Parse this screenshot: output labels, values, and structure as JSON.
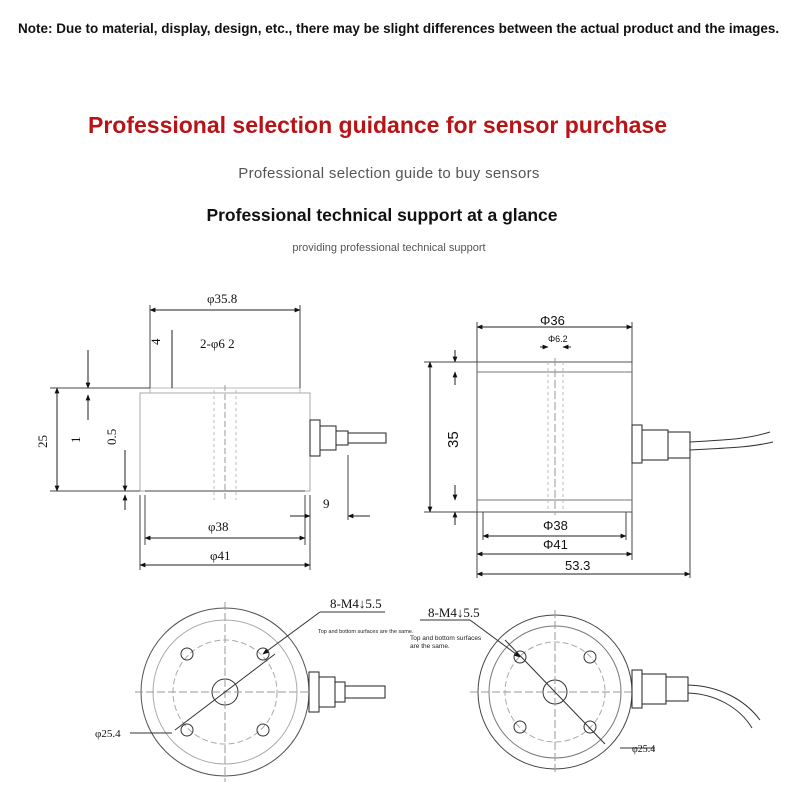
{
  "note": "Note: Due to material, display, design, etc., there may be slight differences between the actual product and the images.",
  "headline": "Professional selection guidance for sensor purchase",
  "headline_sub": "Professional selection guide to buy sensors",
  "support_title": "Professional technical support at a glance",
  "support_sub": "providing professional technical support",
  "left_front": {
    "top_dia": "φ35.8",
    "hole": "2-φ6 2",
    "top_offset": "4",
    "height": "25",
    "step": "1",
    "gap": "0.5",
    "cable": "9",
    "bottom_dia": "φ38",
    "outer_dia": "φ41"
  },
  "right_front": {
    "top_dia": "Φ36",
    "hole": "Φ6.2",
    "height": "35",
    "bottom_dia": "Φ38",
    "outer_dia": "Φ41",
    "total": "53.3"
  },
  "left_top": {
    "thread": "8-M4↓5.5",
    "note": "Top and bottom surfaces are the same.",
    "pcd": "φ25.4"
  },
  "right_top": {
    "thread": "8-M4↓5.5",
    "note_line1": "Top and bottom surfaces",
    "note_line2": "are the same.",
    "pcd": "φ25.4"
  },
  "colors": {
    "headline": "#b81418",
    "line": "#222222"
  }
}
